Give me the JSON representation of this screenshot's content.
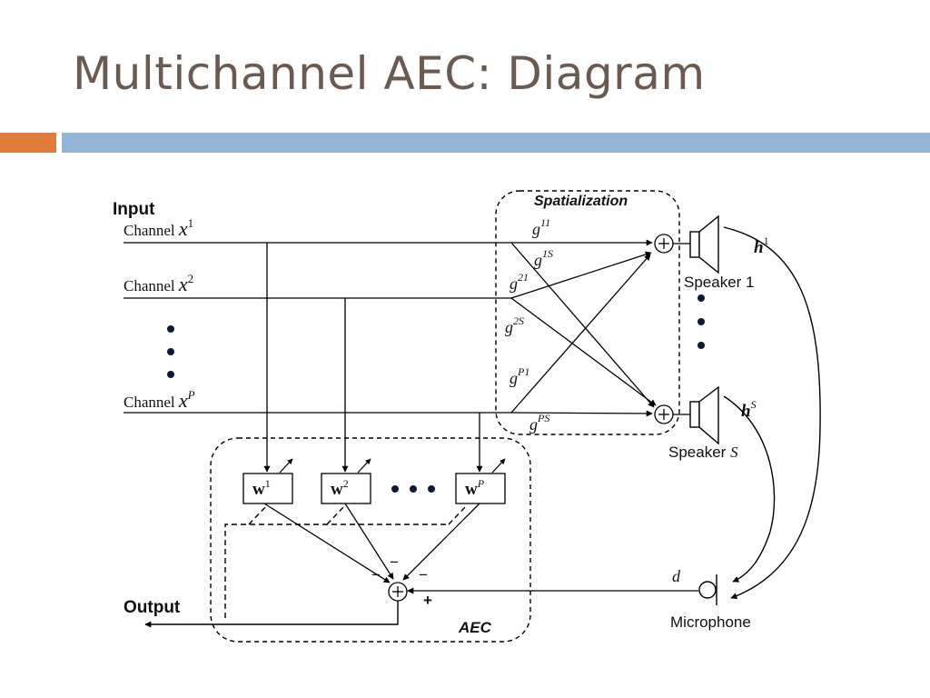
{
  "slide": {
    "title": "Multichannel AEC: Diagram",
    "accent_orange": "#e07b3c",
    "accent_blue": "#92b5d6"
  },
  "diagram": {
    "input_label": "Input",
    "channels": [
      {
        "prefix": "Channel",
        "var": "x",
        "sup": "1"
      },
      {
        "prefix": "Channel",
        "var": "x",
        "sup": "2"
      },
      {
        "prefix": "Channel",
        "var": "x",
        "sup": "P"
      }
    ],
    "spatialization_label": "Spatialization",
    "gains": [
      {
        "base": "g",
        "sup": "11"
      },
      {
        "base": "g",
        "sup": "1S"
      },
      {
        "base": "g",
        "sup": "21"
      },
      {
        "base": "g",
        "sup": "2S"
      },
      {
        "base": "g",
        "sup": "P1"
      },
      {
        "base": "g",
        "sup": "PS"
      }
    ],
    "speakers": [
      {
        "label": "Speaker 1",
        "num": "1"
      },
      {
        "label": "Speaker",
        "num": "S"
      }
    ],
    "paths": [
      {
        "base": "h",
        "sup": "1"
      },
      {
        "base": "h",
        "sup": "S"
      }
    ],
    "filters": [
      {
        "base": "w",
        "sup": "1"
      },
      {
        "base": "w",
        "sup": "2"
      },
      {
        "base": "w",
        "sup": "P"
      }
    ],
    "aec_label": "AEC",
    "output_label": "Output",
    "mic_label": "Microphone",
    "d_label": "d",
    "sum_symbol": "+",
    "minus_sign": "−",
    "plus_sign": "+"
  }
}
